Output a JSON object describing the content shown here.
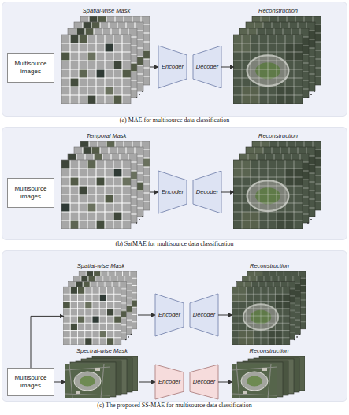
{
  "diagram": {
    "nodes": [
      {
        "text": [
          "(a) MAE for multisource data classification"
        ]
      },
      {
        "text": [
          "Multisource images"
        ],
        "in": 0
      },
      {
        "text": [
          "Spatial-wise Mask"
        ],
        "in": 0
      },
      {
        "text": [
          "Encoder"
        ],
        "in": 0
      },
      {
        "text": [
          "Decoder"
        ],
        "in": 0
      },
      {
        "text": [
          "Reconstruction"
        ],
        "in": 0
      },
      {
        "text": [
          "(b) SatMAE for multisource data classification"
        ]
      },
      {
        "text": [
          "Multisource images"
        ],
        "in": 6
      },
      {
        "text": [
          "Temporal Mask"
        ],
        "in": 6
      },
      {
        "text": [
          "Encoder"
        ],
        "in": 6
      },
      {
        "text": [
          "Decoder"
        ],
        "in": 6
      },
      {
        "text": [
          "Reconstruction"
        ],
        "in": 6
      },
      {
        "text": [
          "(c) The proposed SS-MAE for multisource data classification"
        ]
      },
      {
        "text": [
          "Spatial-wise Mask"
        ],
        "in": 12
      },
      {
        "text": [
          "Encoder"
        ],
        "in": 12
      },
      {
        "text": [
          "Decoder"
        ],
        "in": 12
      },
      {
        "text": [
          "Reconstruction"
        ],
        "in": 12
      },
      {
        "text": [
          "Multisource images"
        ],
        "in": 12
      },
      {
        "text": [
          "Spectral-wise Mask"
        ],
        "in": 12
      },
      {
        "text": [
          "Encoder"
        ],
        "in": 12
      },
      {
        "text": [
          "Decoder"
        ],
        "in": 12
      },
      {
        "text": [
          "Reconstruction"
        ],
        "in": 12
      }
    ],
    "edges": [
      {
        "from": 2,
        "to": 3,
        "arrow": "to"
      },
      {
        "from": 4,
        "to": 5,
        "arrow": "to"
      },
      {
        "from": 8,
        "to": 9,
        "arrow": "to"
      },
      {
        "from": 10,
        "to": 11,
        "arrow": "to"
      },
      {
        "from": 13,
        "to": 14,
        "arrow": "to"
      },
      {
        "from": 15,
        "to": 16,
        "arrow": "to"
      },
      {
        "from": 17,
        "to": 13,
        "arrow": "to"
      },
      {
        "from": 17,
        "to": 18,
        "arrow": "to"
      },
      {
        "from": 18,
        "to": 19,
        "arrow": "to"
      },
      {
        "from": 20,
        "to": 21,
        "arrow": "to"
      }
    ]
  }
}
